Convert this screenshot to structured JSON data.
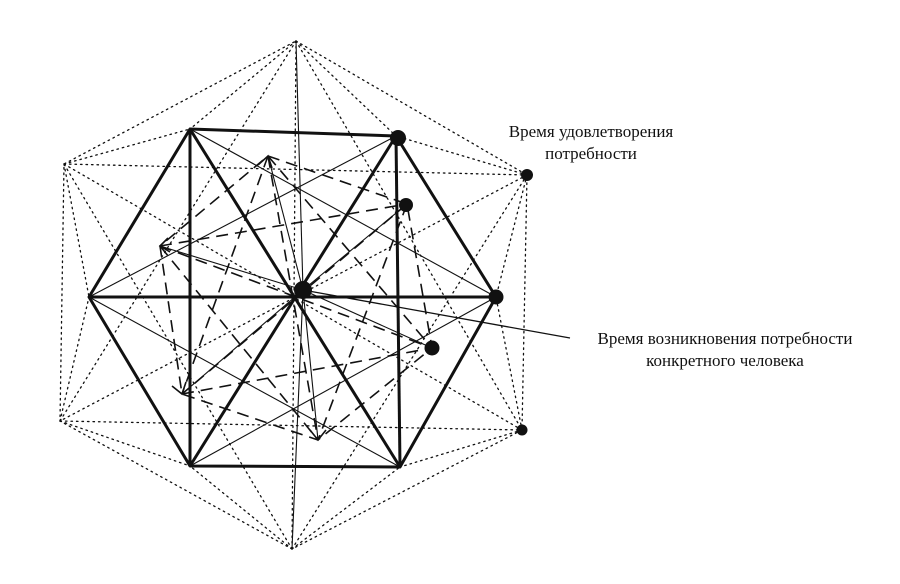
{
  "labels": {
    "satisfaction": {
      "line1": "Время удовлетворения",
      "line2": "потребности"
    },
    "emergence": {
      "line1": "Время возникновения потребности",
      "line2": "конкретного человека"
    }
  },
  "colors": {
    "ink": "#111111",
    "background": "#ffffff"
  }
}
